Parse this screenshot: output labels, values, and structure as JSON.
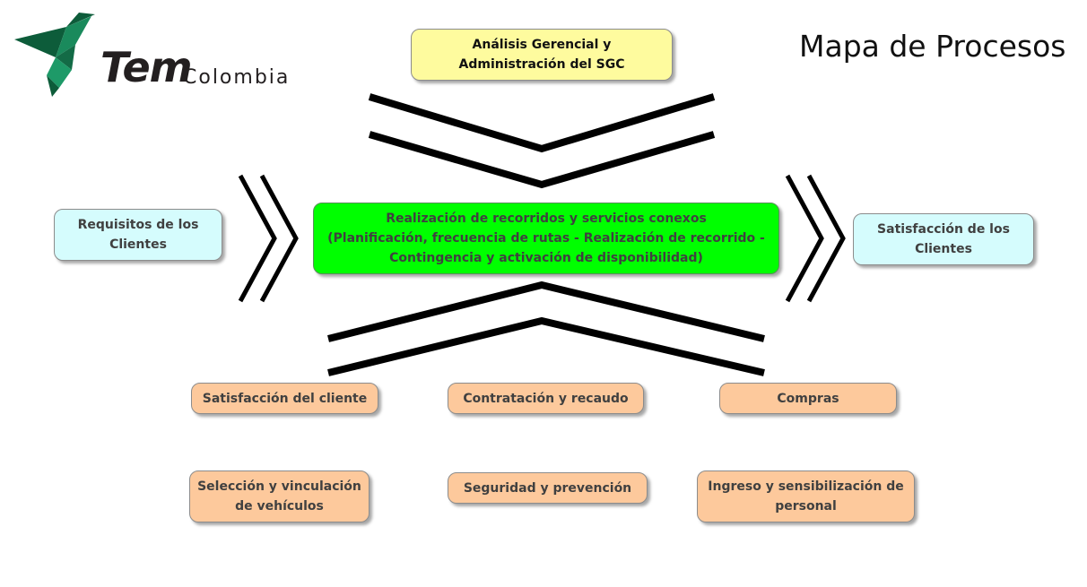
{
  "logo": {
    "wordmark": "Tem",
    "sub": "Colombia"
  },
  "title": "Mapa de Procesos",
  "strategic": {
    "label": "Análisis Gerencial y\nAdministración del SGC"
  },
  "input": {
    "label": "Requisitos de los\nClientes"
  },
  "core": {
    "label": "Realización de recorridos y servicios conexos\n(Planificación, frecuencia de rutas - Realización de recorrido -\nContingencia y activación de disponibilidad)"
  },
  "output": {
    "label": "Satisfacción de los\nClientes"
  },
  "support": [
    {
      "label": "Satisfacción del cliente"
    },
    {
      "label": "Contratación y recaudo"
    },
    {
      "label": "Compras"
    },
    {
      "label": "Selección y vinculación\nde vehículos"
    },
    {
      "label": "Seguridad y prevención"
    },
    {
      "label": "Ingreso y sensibilización de\npersonal"
    }
  ],
  "colors": {
    "strategic": "#fefb9e",
    "client": "#d5fcfd",
    "core": "#00ff00",
    "support": "#fdc99c",
    "logo_dark_green": "#0d5c3a",
    "logo_green": "#1a8a5c",
    "arrow": "#000000"
  }
}
